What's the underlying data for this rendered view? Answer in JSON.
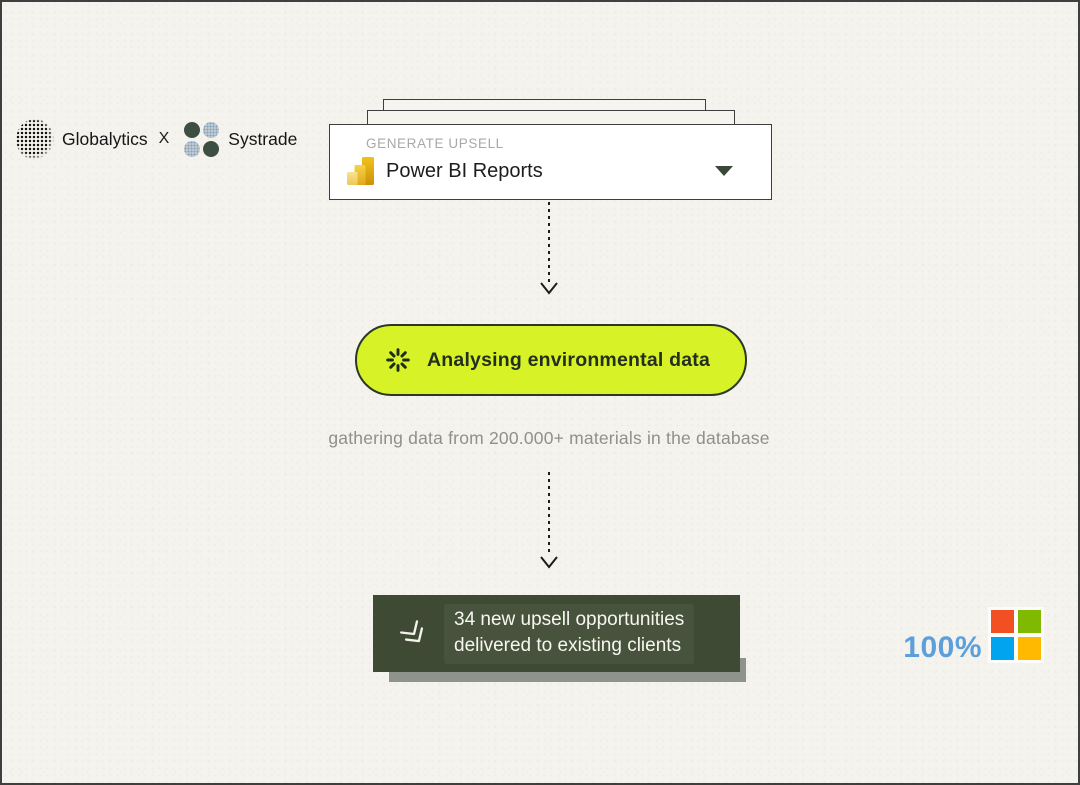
{
  "page": {
    "background": "#f5f3ee",
    "border_color": "#3f3f3f"
  },
  "brands": {
    "left": "Globalytics",
    "separator": "X",
    "right": "Systrade",
    "left_icon": "halftone-globe-icon",
    "right_icon": "four-dots-icon"
  },
  "dropdown": {
    "label": "GENERATE UPSELL",
    "value": "Power BI Reports",
    "value_icon": "power-bi-icon",
    "chevron_icon": "chevron-down-icon"
  },
  "status_pill": {
    "text": "Analysing environmental data",
    "icon": "spinner-icon",
    "background": "#d7f226",
    "border": "#2c3827"
  },
  "caption": "gathering data from 200.000+ materials in the database",
  "result": {
    "line1": "34 new upsell opportunities",
    "line2": "delivered to existing clients",
    "icon": "double-check-icon",
    "background": "#3e4a33",
    "shadow_color": "#8f948b"
  },
  "footer": {
    "progress": "100%",
    "progress_color": "#5c9fda",
    "microsoft_logo_colors": {
      "top_left": "#f25022",
      "top_right": "#7fba00",
      "bottom_left": "#00a4ef",
      "bottom_right": "#ffb900"
    }
  }
}
